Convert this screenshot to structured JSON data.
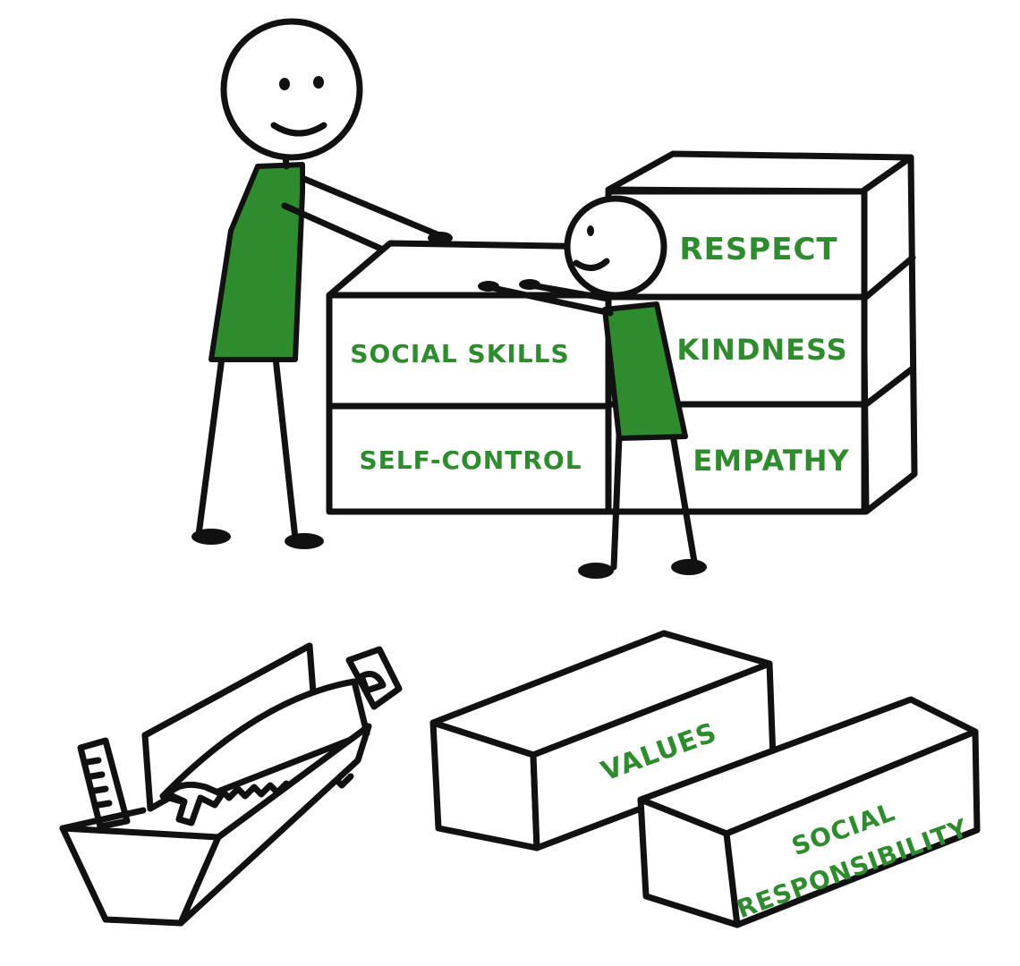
{
  "colors": {
    "accent": "#2e8b2e",
    "ink": "#111111",
    "background": "#ffffff"
  },
  "blocks": {
    "respect": "RESPECT",
    "kindness": "KINDNESS",
    "empathy": "EMPATHY",
    "social_skills": "SOCIAL SKILLS",
    "self_control": "SELF-CONTROL",
    "values": "VALUES",
    "social_responsibility_line1": "SOCIAL",
    "social_responsibility_line2": "RESPONSIBILITY"
  }
}
